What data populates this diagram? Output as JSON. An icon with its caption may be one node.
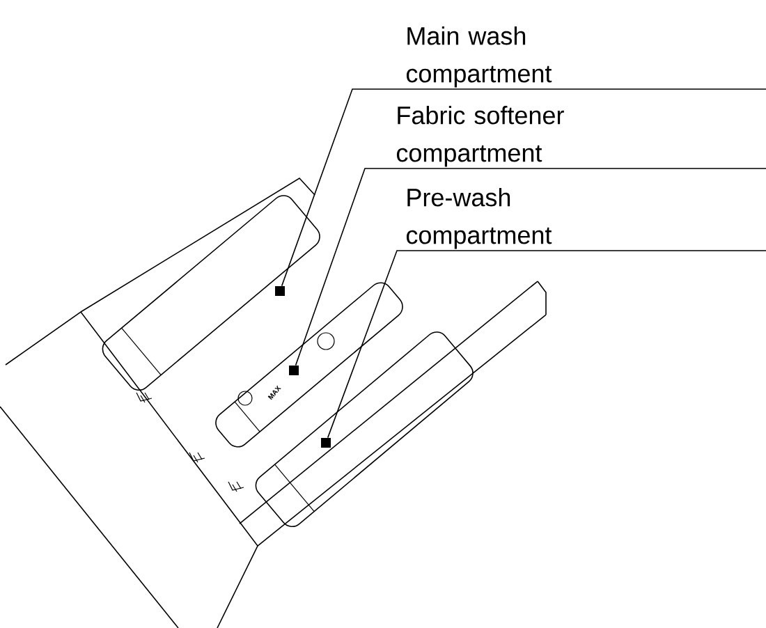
{
  "diagram": {
    "nodes": [
      {
        "text": [
          "Main wash compartment"
        ]
      },
      {
        "text": [
          "Fabric softener compartment"
        ]
      },
      {
        "text": [
          "Pre-wash compartment"
        ]
      },
      {
        "text": [],
        "shape": "box"
      },
      {
        "text": [],
        "shape": "box"
      },
      {
        "text": [],
        "shape": "box"
      }
    ],
    "edges": [
      {
        "from": 0,
        "to": 3,
        "arrow": "none"
      },
      {
        "from": 1,
        "to": 4,
        "arrow": "none"
      },
      {
        "from": 2,
        "to": 5,
        "arrow": "none"
      }
    ],
    "labels": [
      "MAX"
    ]
  }
}
